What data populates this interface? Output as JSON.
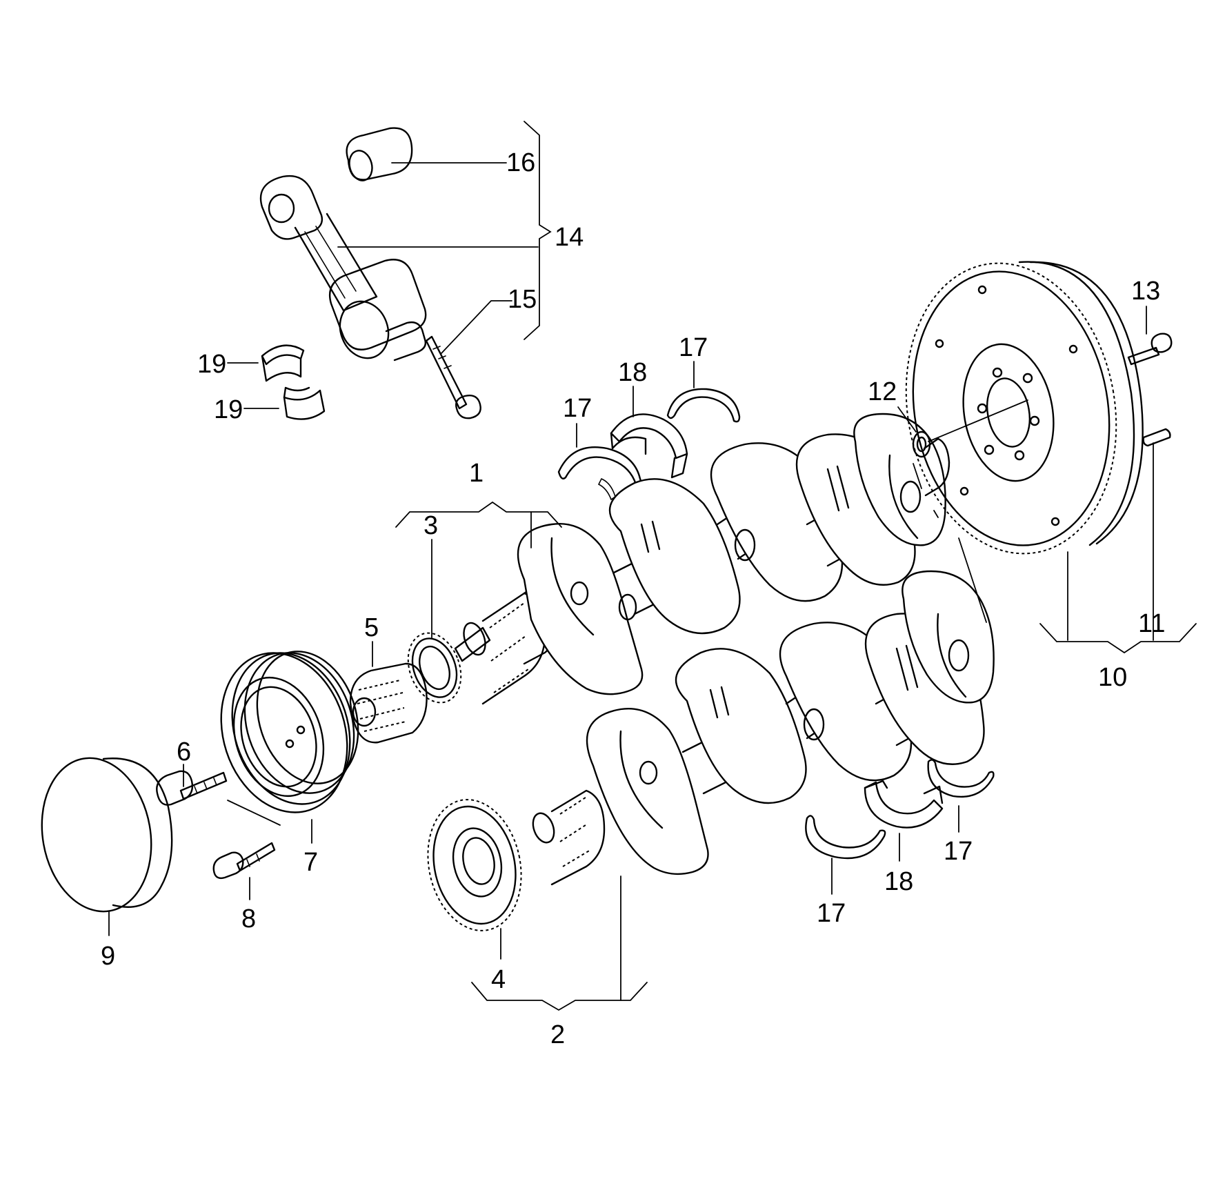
{
  "callouts": {
    "c1": "1",
    "c2": "2",
    "c3": "3",
    "c4": "4",
    "c5": "5",
    "c6": "6",
    "c7": "7",
    "c8": "8",
    "c9": "9",
    "c10": "10",
    "c11": "11",
    "c12": "12",
    "c13": "13",
    "c14": "14",
    "c15": "15",
    "c16": "16",
    "c17a": "17",
    "c17b": "17",
    "c17c": "17",
    "c17d": "17",
    "c18a": "18",
    "c18b": "18",
    "c19a": "19",
    "c19b": "19"
  }
}
